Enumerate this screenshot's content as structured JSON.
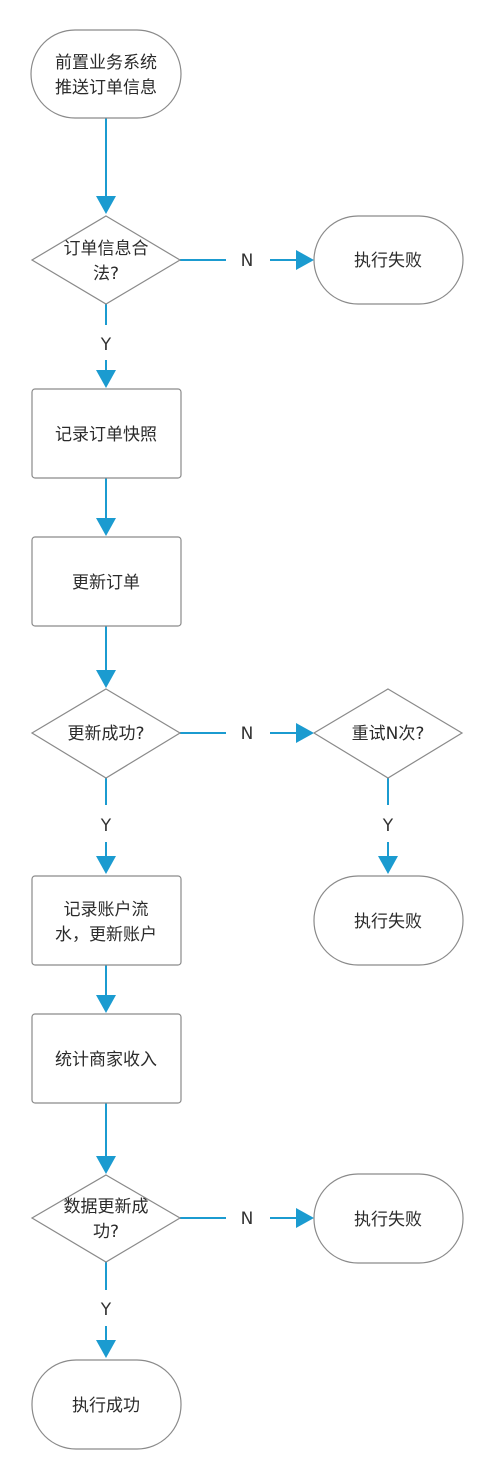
{
  "nodes": {
    "start": {
      "line1": "前置业务系统",
      "line2": "推送订单信息"
    },
    "check_valid": {
      "line1": "订单信息合",
      "line2": "法?"
    },
    "fail_1": {
      "text": "执行失败"
    },
    "snapshot": {
      "text": "记录订单快照"
    },
    "update_order": {
      "text": "更新订单"
    },
    "check_update": {
      "text": "更新成功?"
    },
    "retry": {
      "text": "重试N次?"
    },
    "fail_2": {
      "text": "执行失败"
    },
    "account": {
      "line1": "记录账户流",
      "line2": "水，更新账户"
    },
    "merchant": {
      "text": "统计商家收入"
    },
    "check_data": {
      "line1": "数据更新成",
      "line2": "功?"
    },
    "fail_3": {
      "text": "执行失败"
    },
    "success": {
      "text": "执行成功"
    }
  },
  "labels": {
    "valid_no": "N",
    "valid_yes": "Y",
    "update_no": "N",
    "update_yes": "Y",
    "retry_yes": "Y",
    "data_no": "N",
    "data_yes": "Y"
  },
  "colors": {
    "connector": "#1b9bd0",
    "shape_border": "#8a8a8a",
    "text": "#2b2b2b"
  }
}
